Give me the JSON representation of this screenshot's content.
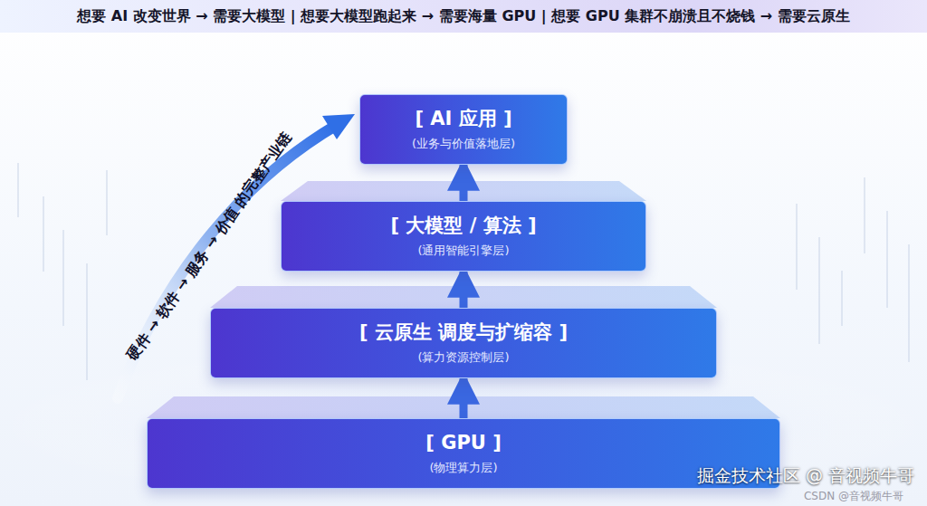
{
  "diagram": {
    "title": "想要 AI 改变世界 → 需要大模型 | 想要大模型跑起来 → 需要海量 GPU | 想要 GPU 集群不崩溃且不烧钱 → 需要云原生",
    "nodes": [
      {
        "text": [
          "[ AI 应用 ]",
          "(业务与价值落地层)"
        ]
      },
      {
        "text": [
          "[ 大模型 / 算法 ]",
          "(通用智能引擎层)"
        ]
      },
      {
        "text": [
          "[ 云原生 调度与扩缩容 ]",
          "(算力资源控制层)"
        ]
      },
      {
        "text": [
          "[ GPU ]",
          "(物理算力层)"
        ]
      }
    ],
    "edges": [
      {
        "from": 3,
        "to": 2,
        "arrow": "to"
      },
      {
        "from": 2,
        "to": 1,
        "arrow": "to"
      },
      {
        "from": 1,
        "to": 0,
        "arrow": "to"
      }
    ],
    "labels": [
      "硬件 → 软件 → 服务 → 价值 的完整产业链",
      "掘金技术社区 @ 音视频牛哥",
      "CSDN @音视频牛哥"
    ]
  }
}
